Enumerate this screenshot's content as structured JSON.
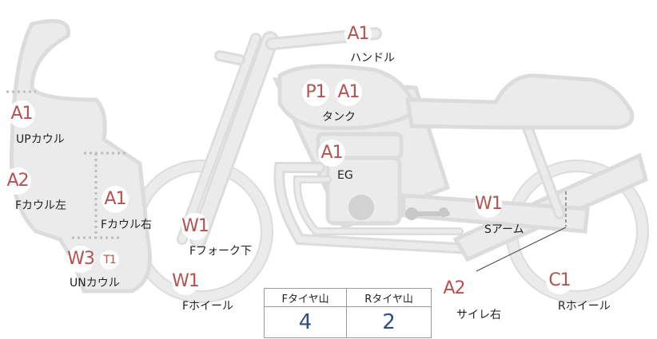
{
  "parts": [
    {
      "id": "handle",
      "code": "A1",
      "label": "ハンドル"
    },
    {
      "id": "tank",
      "codes": [
        "P1",
        "A1"
      ],
      "label": "タンク"
    },
    {
      "id": "engine",
      "code": "A1",
      "label": "EG"
    },
    {
      "id": "up-cowl",
      "code": "A1",
      "label": "UPカウル"
    },
    {
      "id": "f-cowl-left",
      "code": "A2",
      "label": "Fカウル左"
    },
    {
      "id": "f-cowl-right",
      "code": "A1",
      "label": "Fカウル右"
    },
    {
      "id": "f-fork-lower",
      "code": "W1",
      "label": "Fフォーク下"
    },
    {
      "id": "un-cowl",
      "code": "W3",
      "subcode": "T1",
      "label": "UNカウル"
    },
    {
      "id": "f-wheel",
      "code": "W1",
      "label": "Fホイール"
    },
    {
      "id": "s-arm",
      "code": "W1",
      "label": "Sアーム"
    },
    {
      "id": "silencer-right",
      "code": "A2",
      "label": "サイレ右"
    },
    {
      "id": "r-wheel",
      "code": "C1",
      "label": "Rホイール"
    }
  ],
  "tire_table": {
    "headers": [
      "Fタイヤ山",
      "Rタイヤ山"
    ],
    "values": [
      "4",
      "2"
    ]
  },
  "colors": {
    "code_text": "#b5524f",
    "value_text": "#2d4f86",
    "bike_fill": "#dcdcdc",
    "bike_stroke": "#ebebeb"
  }
}
